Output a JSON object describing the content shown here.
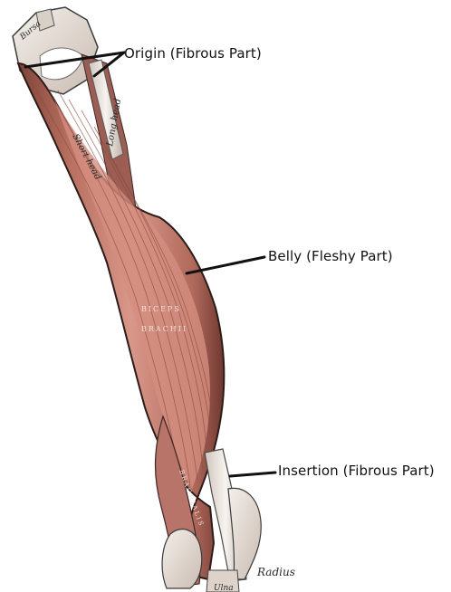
{
  "callouts": {
    "origin": "Origin (Fibrous Part)",
    "belly": "Belly (Fleshy Part)",
    "insertion": "Insertion (Fibrous Part)"
  },
  "engraved_labels": {
    "bursa": "Bursa",
    "short_head": "Short head",
    "long_head": "Long head",
    "biceps": "BICEPS",
    "brachii": "BRACHII",
    "brachialis": "BRACHIALIS",
    "radius": "Radius",
    "ulna": "Ulna"
  },
  "colors": {
    "muscle": "#c98478",
    "muscle_dark": "#8e4f45",
    "tendon": "#ebe5de",
    "bone": "#e2d8d0",
    "line": "#111111"
  }
}
